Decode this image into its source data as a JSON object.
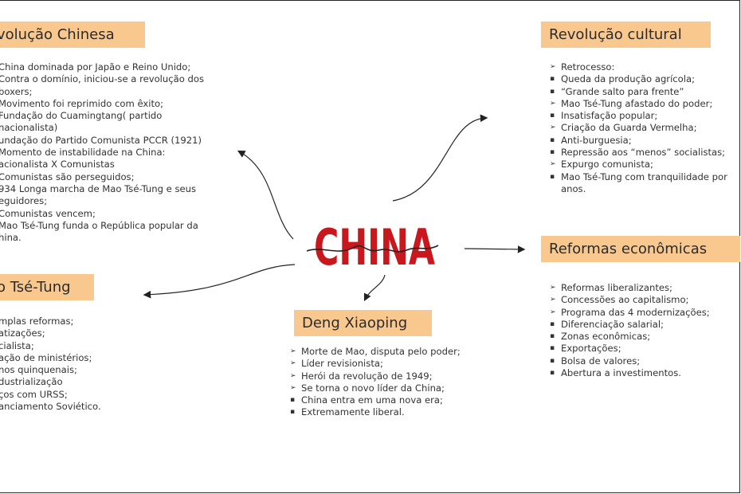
{
  "center": {
    "title": "CHINA",
    "script_overlay": "china",
    "color": "#c8181e"
  },
  "header_color": "#f9c88f",
  "nodes": {
    "revolucao_chinesa": {
      "title": "volução Chinesa",
      "items": [
        "China dominada por Japão e Reino Unido;",
        "Contra o domínio, iniciou-se a revolução dos",
        "boxers;",
        "Movimento foi reprimido com êxito;",
        "Fundação do Cuamingtang( partido",
        "nacionalista)",
        "undação do Partido Comunista PCCR (1921)",
        "Momento de instabilidade na China:",
        "acionalista X  Comunistas",
        "Comunistas são perseguidos;",
        "934 Longa marcha de Mao Tsé-Tung e seus",
        "eguidores;",
        "Comunistas vencem;",
        "Mao Tsé-Tung funda o República popular da",
        "hina."
      ]
    },
    "mao": {
      "title": "o Tsé-Tung",
      "items": [
        "mplas reformas;",
        "atizações;",
        "cialista;",
        "ação de ministérios;",
        "nos quinquenais;",
        "dustrialização",
        "ços com URSS;",
        "anciamento Soviético."
      ]
    },
    "revolucao_cultural": {
      "title": "Revolução cultural",
      "items": [
        {
          "marker": "arrow",
          "text": "Retrocesso:"
        },
        {
          "marker": "square",
          "text": "Queda da produção agrícola;"
        },
        {
          "marker": "square",
          "text": "“Grande salto para frente”"
        },
        {
          "marker": "arrow",
          "text": "Mao Tsé-Tung afastado do poder;"
        },
        {
          "marker": "square",
          "text": "Insatisfação popular;"
        },
        {
          "marker": "arrow",
          "text": "Criação da Guarda Vermelha;"
        },
        {
          "marker": "square",
          "text": "Anti-burguesia;"
        },
        {
          "marker": "square",
          "text": "Repressão aos “menos” socialistas;"
        },
        {
          "marker": "arrow",
          "text": "Expurgo comunista;"
        },
        {
          "marker": "square",
          "text": "Mao Tsé-Tung com tranquilidade por"
        },
        {
          "marker": "none",
          "text": "anos."
        }
      ]
    },
    "reformas": {
      "title": "Reformas econômicas",
      "items": [
        {
          "marker": "arrow",
          "text": "Reformas liberalizantes;"
        },
        {
          "marker": "arrow",
          "text": "Concessões ao capitalismo;"
        },
        {
          "marker": "arrow",
          "text": "Programa das 4 modernizações;"
        },
        {
          "marker": "square",
          "text": "Diferenciação salarial;"
        },
        {
          "marker": "square",
          "text": "Zonas econômicas;"
        },
        {
          "marker": "square",
          "text": "Exportações;"
        },
        {
          "marker": "square",
          "text": "Bolsa de valores;"
        },
        {
          "marker": "square",
          "text": "Abertura a investimentos."
        }
      ]
    },
    "deng": {
      "title": "Deng Xiaoping",
      "items": [
        {
          "marker": "arrow",
          "text": "Morte de Mao, disputa pelo poder;"
        },
        {
          "marker": "arrow",
          "text": "Líder revisionista;"
        },
        {
          "marker": "arrow",
          "text": "Herói da revolução de 1949;"
        },
        {
          "marker": "arrow",
          "text": "Se torna o novo líder da China;"
        },
        {
          "marker": "square",
          "text": "China entra em uma nova era;"
        },
        {
          "marker": "square",
          "text": "Extremamente liberal."
        }
      ]
    }
  }
}
